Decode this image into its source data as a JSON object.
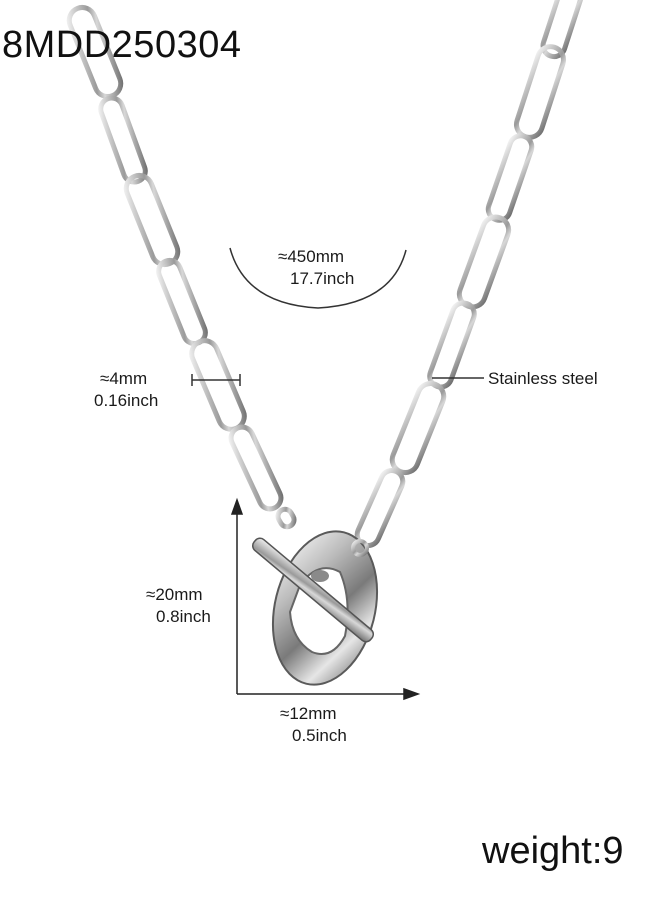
{
  "product": {
    "sku": "8MDD250304",
    "length_mm": "≈450mm",
    "length_inch": "17.7inch",
    "chain_width_mm": "≈4mm",
    "chain_width_inch": "0.16inch",
    "material": "Stainless steel",
    "clasp_height_mm": "≈20mm",
    "clasp_height_inch": "0.8inch",
    "clasp_width_mm": "≈12mm",
    "clasp_width_inch": "0.5inch",
    "weight_label": "weight:9"
  }
}
